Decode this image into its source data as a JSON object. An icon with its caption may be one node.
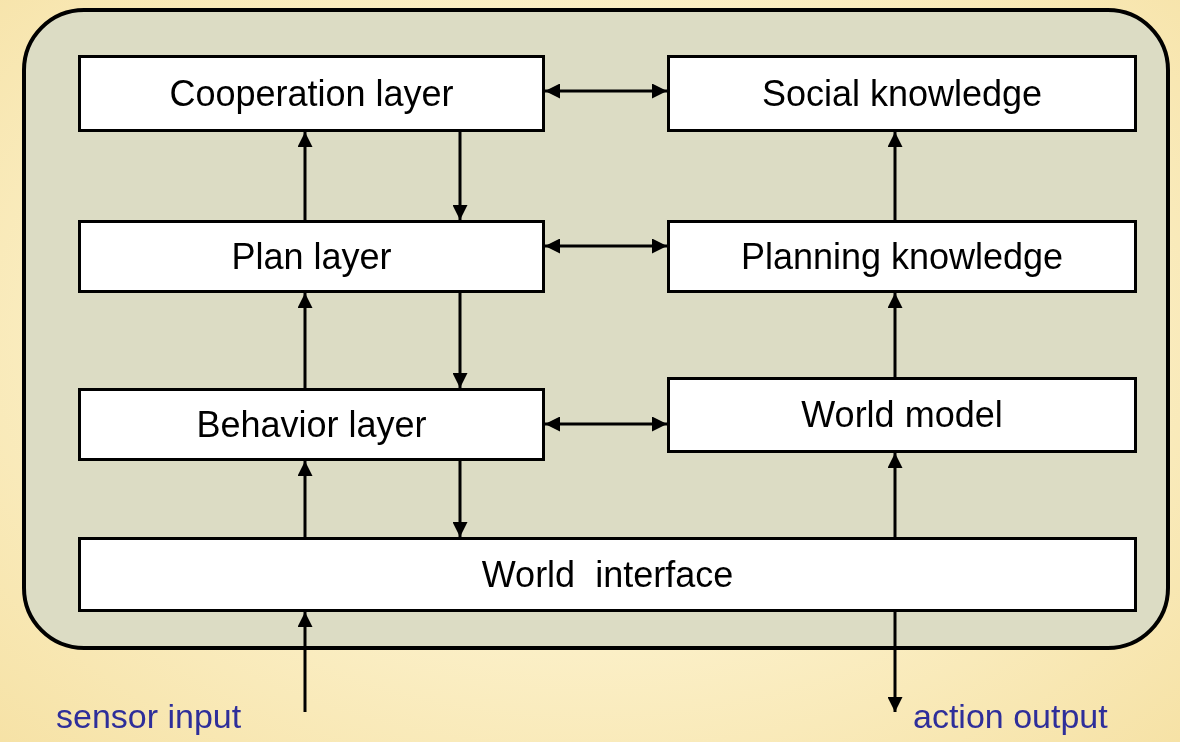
{
  "diagram": {
    "nodes": [
      {
        "text": [],
        "shape": "box"
      },
      {
        "text": [
          "Cooperation layer"
        ],
        "in": 0
      },
      {
        "text": [
          "Social knowledge"
        ],
        "in": 0
      },
      {
        "text": [
          "Plan layer"
        ],
        "in": 0
      },
      {
        "text": [
          "Planning knowledge"
        ],
        "in": 0
      },
      {
        "text": [
          "Behavior layer"
        ],
        "in": 0
      },
      {
        "text": [
          "World model"
        ],
        "in": 0
      },
      {
        "text": [
          "World  interface"
        ],
        "in": 0
      },
      {
        "text": [
          "sensor input"
        ]
      },
      {
        "text": [
          "action output"
        ]
      }
    ],
    "edges": [
      {
        "from": 1,
        "to": 2,
        "arrow": "both"
      },
      {
        "from": 3,
        "to": 1,
        "arrow": "to"
      },
      {
        "from": 1,
        "to": 3,
        "arrow": "to"
      },
      {
        "from": 3,
        "to": 4,
        "arrow": "both"
      },
      {
        "from": 4,
        "to": 2,
        "arrow": "to"
      },
      {
        "from": 5,
        "to": 3,
        "arrow": "to"
      },
      {
        "from": 3,
        "to": 5,
        "arrow": "to"
      },
      {
        "from": 5,
        "to": 6,
        "arrow": "both"
      },
      {
        "from": 6,
        "to": 4,
        "arrow": "to"
      },
      {
        "from": 7,
        "to": 5,
        "arrow": "to"
      },
      {
        "from": 5,
        "to": 7,
        "arrow": "to"
      },
      {
        "from": 7,
        "to": 6,
        "arrow": "to"
      },
      {
        "from": 8,
        "to": 7,
        "arrow": "to"
      },
      {
        "from": 7,
        "to": 9,
        "arrow": "to"
      }
    ]
  }
}
